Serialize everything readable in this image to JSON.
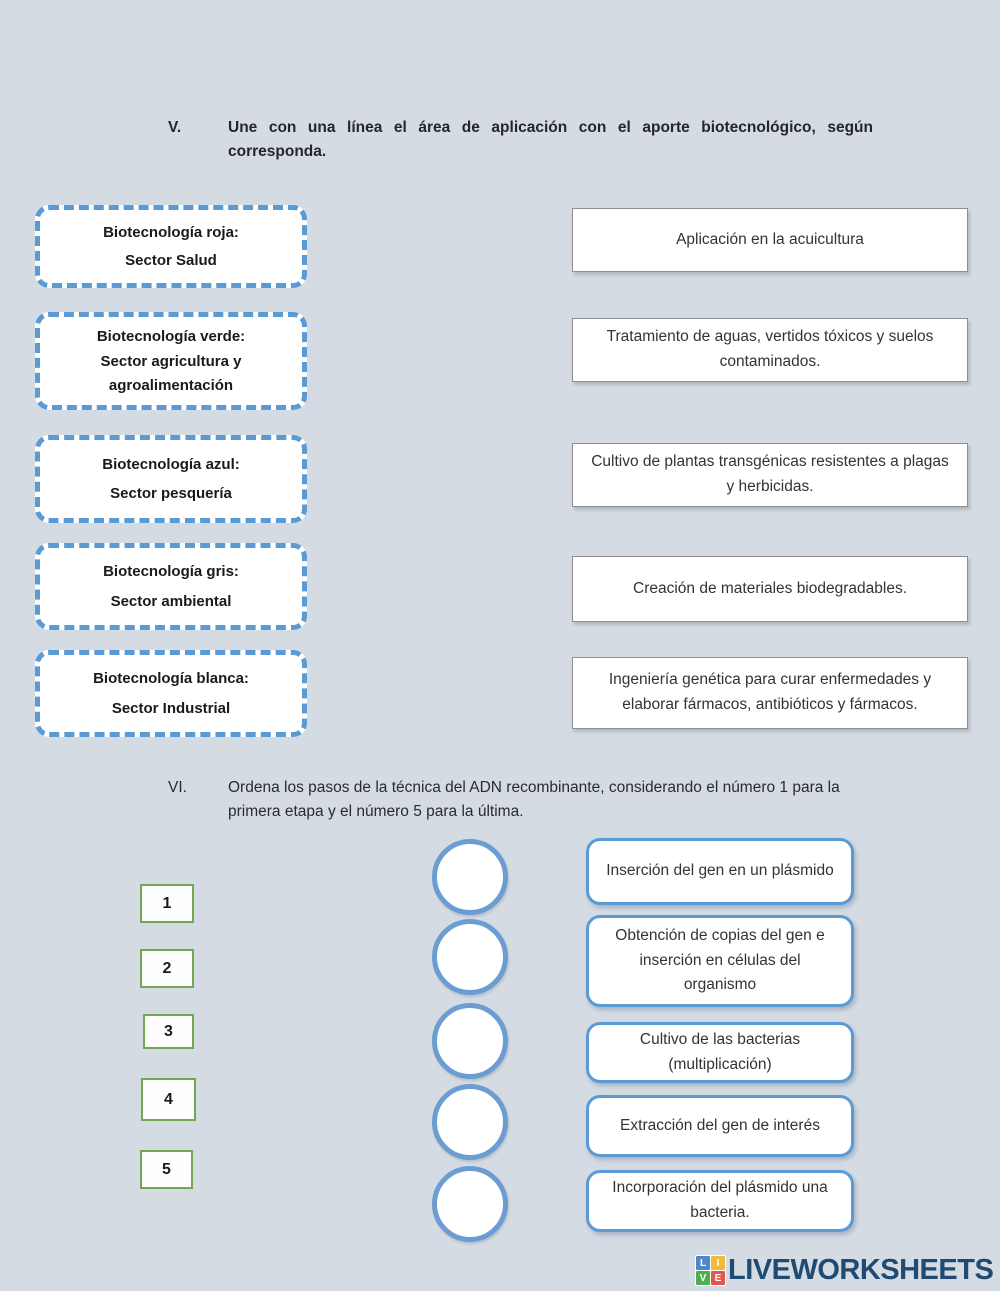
{
  "colors": {
    "page_background": "#d5dbe3",
    "dashed_box_blue": "#5b9bd5",
    "circle_blue": "#6b9dd2",
    "number_box_green": "#6fa84f",
    "answer_box_border_gray": "#8f8f8f",
    "body_text": "#262626",
    "brand_navy": "#1f4a72",
    "logo_tile_blue": "#4f87c7",
    "logo_tile_yellow": "#f0b93c",
    "logo_tile_green": "#4caf50",
    "logo_tile_red": "#e2574c"
  },
  "section_v": {
    "numeral": "V.",
    "instructions": "Une con una línea el área de aplicación con el aporte biotecnológico, según corresponda.",
    "left_items": [
      {
        "title": "Biotecnología roja:",
        "sector": "Sector Salud"
      },
      {
        "title": "Biotecnología verde:",
        "sector": "Sector agricultura y agroalimentación"
      },
      {
        "title": "Biotecnología azul:",
        "sector": "Sector pesquería"
      },
      {
        "title": "Biotecnología gris:",
        "sector": "Sector ambiental"
      },
      {
        "title": "Biotecnología blanca:",
        "sector": "Sector Industrial"
      }
    ],
    "right_items": [
      {
        "text": "Aplicación en la acuicultura"
      },
      {
        "text": "Tratamiento de aguas, vertidos tóxicos y suelos contaminados."
      },
      {
        "text": "Cultivo de plantas transgénicas resistentes a plagas y herbicidas."
      },
      {
        "text": "Creación de materiales biodegradables."
      },
      {
        "text": "Ingeniería genética para curar enfermedades y elaborar fármacos, antibióticos y fármacos."
      }
    ]
  },
  "section_vi": {
    "numeral": "VI.",
    "instructions": "Ordena los pasos de la técnica del ADN recombinante, considerando el número 1 para la primera etapa y el número 5 para la última.",
    "numbers": [
      "1",
      "2",
      "3",
      "4",
      "5"
    ],
    "answer_circles": [
      "",
      "",
      "",
      "",
      ""
    ],
    "steps": [
      {
        "text": "Inserción del gen en un plásmido"
      },
      {
        "text": "Obtención de copias del gen e inserción en células del organismo"
      },
      {
        "text": "Cultivo de las bacterias (multiplicación)"
      },
      {
        "text": "Extracción del gen de interés"
      },
      {
        "text": "Incorporación del plásmido una bacteria."
      }
    ]
  },
  "footer": {
    "brand": "LIVEWORKSHEETS",
    "logo_tiles": [
      {
        "letter": "L"
      },
      {
        "letter": "I"
      },
      {
        "letter": "V"
      },
      {
        "letter": "E"
      }
    ]
  }
}
